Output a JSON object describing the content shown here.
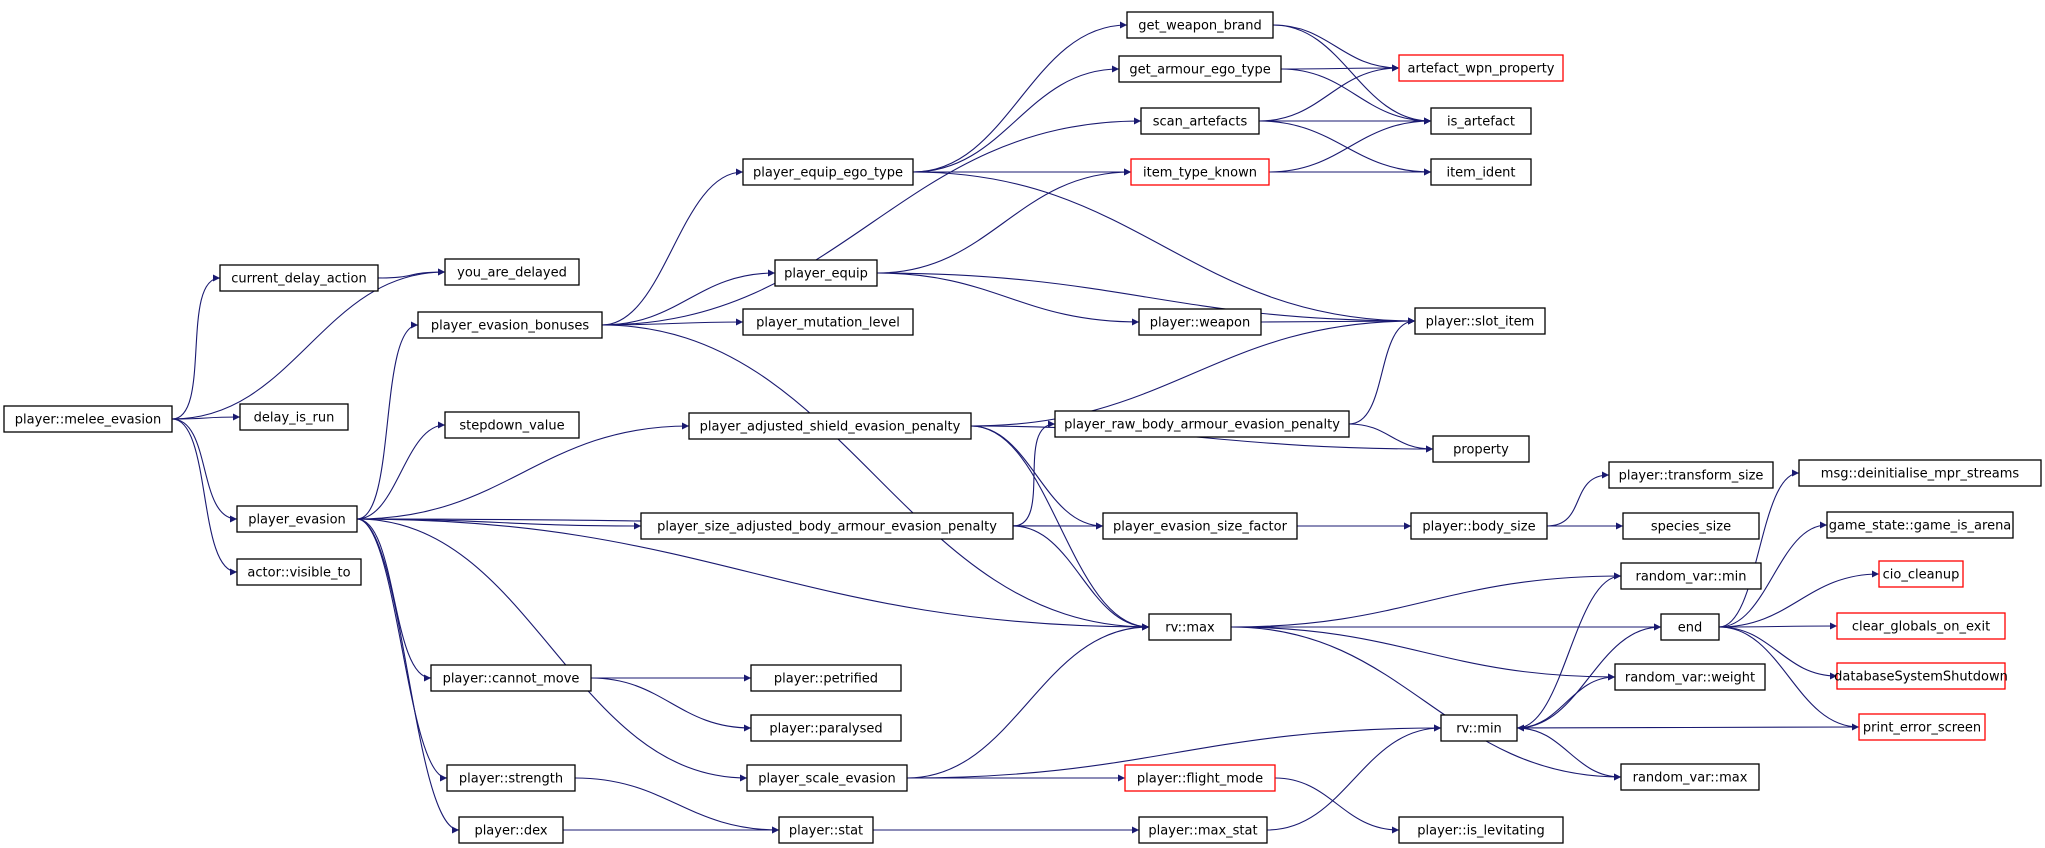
{
  "colors": {
    "edge": "#191970",
    "border_normal": "#000000",
    "border_truncated": "#ff0000",
    "fill_root": "#bfbfbf",
    "fill_normal": "#ffffff"
  },
  "nodes": [
    {
      "id": "melee_evasion",
      "label": "player::melee_evasion",
      "style": "root"
    },
    {
      "id": "current_delay_action",
      "label": "current_delay_action",
      "style": "normal"
    },
    {
      "id": "you_are_delayed",
      "label": "you_are_delayed",
      "style": "normal"
    },
    {
      "id": "delay_is_run",
      "label": "delay_is_run",
      "style": "normal"
    },
    {
      "id": "player_evasion",
      "label": "player_evasion",
      "style": "normal"
    },
    {
      "id": "visible_to",
      "label": "actor::visible_to",
      "style": "normal"
    },
    {
      "id": "player_evasion_bonuses",
      "label": "player_evasion_bonuses",
      "style": "normal"
    },
    {
      "id": "stepdown_value",
      "label": "stepdown_value",
      "style": "normal"
    },
    {
      "id": "player_equip_ego_type",
      "label": "player_equip_ego_type",
      "style": "normal"
    },
    {
      "id": "player_equip",
      "label": "player_equip",
      "style": "normal"
    },
    {
      "id": "player_mutation_level",
      "label": "player_mutation_level",
      "style": "normal"
    },
    {
      "id": "get_weapon_brand",
      "label": "get_weapon_brand",
      "style": "normal"
    },
    {
      "id": "get_armour_ego_type",
      "label": "get_armour_ego_type",
      "style": "normal"
    },
    {
      "id": "scan_artefacts",
      "label": "scan_artefacts",
      "style": "normal"
    },
    {
      "id": "item_type_known",
      "label": "item_type_known",
      "style": "truncated"
    },
    {
      "id": "artefact_wpn_property",
      "label": "artefact_wpn_property",
      "style": "truncated"
    },
    {
      "id": "is_artefact",
      "label": "is_artefact",
      "style": "normal"
    },
    {
      "id": "item_ident",
      "label": "item_ident",
      "style": "normal"
    },
    {
      "id": "player_weapon",
      "label": "player::weapon",
      "style": "normal"
    },
    {
      "id": "slot_item",
      "label": "player::slot_item",
      "style": "normal"
    },
    {
      "id": "shield_penalty",
      "label": "player_adjusted_shield_evasion_penalty",
      "style": "normal"
    },
    {
      "id": "raw_body_penalty",
      "label": "player_raw_body_armour_evasion_penalty",
      "style": "normal"
    },
    {
      "id": "property",
      "label": "property",
      "style": "normal"
    },
    {
      "id": "size_adj_body_penalty",
      "label": "player_size_adjusted_body_armour_evasion_penalty",
      "style": "normal"
    },
    {
      "id": "size_factor",
      "label": "player_evasion_size_factor",
      "style": "normal"
    },
    {
      "id": "body_size",
      "label": "player::body_size",
      "style": "normal"
    },
    {
      "id": "transform_size",
      "label": "player::transform_size",
      "style": "normal"
    },
    {
      "id": "species_size",
      "label": "species_size",
      "style": "normal"
    },
    {
      "id": "rv_max",
      "label": "rv::max",
      "style": "normal"
    },
    {
      "id": "random_var_min",
      "label": "random_var::min",
      "style": "normal"
    },
    {
      "id": "end",
      "label": "end",
      "style": "normal"
    },
    {
      "id": "random_var_weight",
      "label": "random_var::weight",
      "style": "normal"
    },
    {
      "id": "rv_min",
      "label": "rv::min",
      "style": "normal"
    },
    {
      "id": "random_var_max",
      "label": "random_var::max",
      "style": "normal"
    },
    {
      "id": "mpr_streams",
      "label": "msg::deinitialise_mpr_streams",
      "style": "normal"
    },
    {
      "id": "game_is_arena",
      "label": "game_state::game_is_arena",
      "style": "normal"
    },
    {
      "id": "cio_cleanup",
      "label": "cio_cleanup",
      "style": "truncated"
    },
    {
      "id": "clear_globals",
      "label": "clear_globals_on_exit",
      "style": "truncated"
    },
    {
      "id": "db_shutdown",
      "label": "databaseSystemShutdown",
      "style": "truncated"
    },
    {
      "id": "print_error_screen",
      "label": "print_error_screen",
      "style": "truncated"
    },
    {
      "id": "cannot_move",
      "label": "player::cannot_move",
      "style": "normal"
    },
    {
      "id": "petrified",
      "label": "player::petrified",
      "style": "normal"
    },
    {
      "id": "paralysed",
      "label": "player::paralysed",
      "style": "normal"
    },
    {
      "id": "scale_evasion",
      "label": "player_scale_evasion",
      "style": "normal"
    },
    {
      "id": "flight_mode",
      "label": "player::flight_mode",
      "style": "truncated"
    },
    {
      "id": "strength",
      "label": "player::strength",
      "style": "normal"
    },
    {
      "id": "dex",
      "label": "player::dex",
      "style": "normal"
    },
    {
      "id": "stat",
      "label": "player::stat",
      "style": "normal"
    },
    {
      "id": "max_stat",
      "label": "player::max_stat",
      "style": "normal"
    },
    {
      "id": "is_levitating",
      "label": "player::is_levitating",
      "style": "normal"
    }
  ],
  "edges": [
    [
      "melee_evasion",
      "current_delay_action"
    ],
    [
      "melee_evasion",
      "you_are_delayed"
    ],
    [
      "melee_evasion",
      "delay_is_run"
    ],
    [
      "melee_evasion",
      "player_evasion"
    ],
    [
      "melee_evasion",
      "visible_to"
    ],
    [
      "current_delay_action",
      "you_are_delayed"
    ],
    [
      "player_evasion",
      "player_evasion_bonuses"
    ],
    [
      "player_evasion",
      "stepdown_value"
    ],
    [
      "player_evasion",
      "shield_penalty"
    ],
    [
      "player_evasion",
      "size_factor"
    ],
    [
      "player_evasion",
      "size_adj_body_penalty"
    ],
    [
      "player_evasion",
      "rv_max"
    ],
    [
      "player_evasion",
      "cannot_move"
    ],
    [
      "player_evasion",
      "scale_evasion"
    ],
    [
      "player_evasion",
      "strength"
    ],
    [
      "player_evasion",
      "dex"
    ],
    [
      "player_evasion_bonuses",
      "player_equip_ego_type"
    ],
    [
      "player_evasion_bonuses",
      "scan_artefacts"
    ],
    [
      "player_evasion_bonuses",
      "player_equip"
    ],
    [
      "player_evasion_bonuses",
      "player_mutation_level"
    ],
    [
      "player_evasion_bonuses",
      "rv_max"
    ],
    [
      "player_equip_ego_type",
      "get_weapon_brand"
    ],
    [
      "player_equip_ego_type",
      "get_armour_ego_type"
    ],
    [
      "player_equip_ego_type",
      "item_type_known"
    ],
    [
      "player_equip_ego_type",
      "slot_item"
    ],
    [
      "get_weapon_brand",
      "artefact_wpn_property"
    ],
    [
      "get_weapon_brand",
      "is_artefact"
    ],
    [
      "get_armour_ego_type",
      "artefact_wpn_property"
    ],
    [
      "get_armour_ego_type",
      "is_artefact"
    ],
    [
      "scan_artefacts",
      "artefact_wpn_property"
    ],
    [
      "scan_artefacts",
      "is_artefact"
    ],
    [
      "scan_artefacts",
      "item_ident"
    ],
    [
      "item_type_known",
      "is_artefact"
    ],
    [
      "item_type_known",
      "item_ident"
    ],
    [
      "player_equip",
      "item_type_known"
    ],
    [
      "player_equip",
      "slot_item"
    ],
    [
      "player_equip",
      "player_weapon"
    ],
    [
      "player_weapon",
      "slot_item"
    ],
    [
      "shield_penalty",
      "slot_item"
    ],
    [
      "shield_penalty",
      "property"
    ],
    [
      "shield_penalty",
      "size_factor"
    ],
    [
      "shield_penalty",
      "rv_max"
    ],
    [
      "raw_body_penalty",
      "slot_item"
    ],
    [
      "raw_body_penalty",
      "property"
    ],
    [
      "size_adj_body_penalty",
      "raw_body_penalty"
    ],
    [
      "size_adj_body_penalty",
      "body_size"
    ],
    [
      "size_adj_body_penalty",
      "rv_max"
    ],
    [
      "size_factor",
      "body_size"
    ],
    [
      "body_size",
      "transform_size"
    ],
    [
      "body_size",
      "species_size"
    ],
    [
      "rv_max",
      "random_var_min"
    ],
    [
      "rv_max",
      "end"
    ],
    [
      "rv_max",
      "random_var_weight"
    ],
    [
      "rv_max",
      "random_var_max"
    ],
    [
      "rv_min",
      "random_var_min"
    ],
    [
      "rv_min",
      "end"
    ],
    [
      "rv_min",
      "random_var_weight"
    ],
    [
      "rv_min",
      "random_var_max"
    ],
    [
      "end",
      "mpr_streams"
    ],
    [
      "end",
      "game_is_arena"
    ],
    [
      "end",
      "cio_cleanup"
    ],
    [
      "end",
      "clear_globals"
    ],
    [
      "end",
      "db_shutdown"
    ],
    [
      "end",
      "print_error_screen"
    ],
    [
      "print_error_screen",
      "rv_min"
    ],
    [
      "cannot_move",
      "petrified"
    ],
    [
      "cannot_move",
      "paralysed"
    ],
    [
      "scale_evasion",
      "rv_max"
    ],
    [
      "scale_evasion",
      "rv_min"
    ],
    [
      "scale_evasion",
      "flight_mode"
    ],
    [
      "flight_mode",
      "is_levitating"
    ],
    [
      "strength",
      "stat"
    ],
    [
      "dex",
      "stat"
    ],
    [
      "stat",
      "max_stat"
    ],
    [
      "max_stat",
      "rv_min"
    ]
  ]
}
